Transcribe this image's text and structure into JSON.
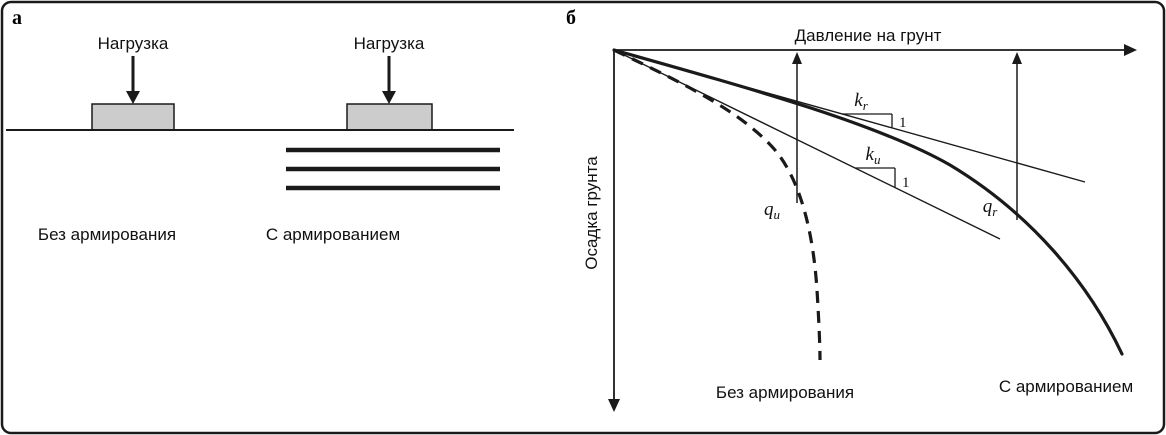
{
  "figure": {
    "panel_a": {
      "label": "а",
      "unreinforced": {
        "load_label": "Нагрузка",
        "caption": "Без армирования"
      },
      "reinforced": {
        "load_label": "Нагрузка",
        "caption": "С армированием",
        "reinforcement_layers": 3
      }
    },
    "panel_b": {
      "label": "б",
      "x_axis_label": "Давление на грунт",
      "y_axis_label": "Осадка грунта",
      "unreinforced_curve": {
        "label": "Без армирования",
        "line_style": "dashed",
        "pressure_symbol": "q",
        "pressure_subscript": "u",
        "slope_symbol": "k",
        "slope_subscript": "u",
        "slope_unit_run": "1"
      },
      "reinforced_curve": {
        "label": "С армированием",
        "line_style": "solid",
        "pressure_symbol": "q",
        "pressure_subscript": "r",
        "slope_symbol": "k",
        "slope_subscript": "r",
        "slope_unit_run": "1"
      }
    },
    "colors": {
      "line": "#1a1a1a",
      "footing_fill": "#cccccc",
      "background": "#ffffff"
    }
  }
}
